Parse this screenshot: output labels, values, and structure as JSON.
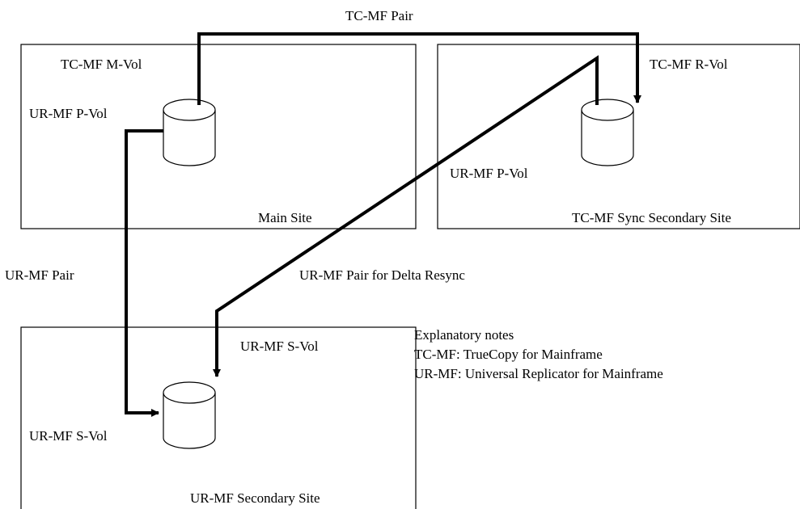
{
  "diagram": {
    "sites": {
      "main": "Main Site",
      "sync_secondary": "TC-MF Sync Secondary Site",
      "ur_secondary": "UR-MF Secondary Site"
    },
    "volumes": {
      "main_tc_mvol": "TC-MF M-Vol",
      "main_ur_pvol": "UR-MF P-Vol",
      "sync_tc_rvol": "TC-MF R-Vol",
      "sync_ur_pvol": "UR-MF P-Vol",
      "ur_svol_top": "UR-MF S-Vol",
      "ur_svol_left": "UR-MF S-Vol"
    },
    "pairs": {
      "tc_pair": "TC-MF Pair",
      "ur_pair": "UR-MF Pair",
      "ur_delta_pair": "UR-MF Pair for Delta Resync"
    },
    "notes": {
      "heading": "Explanatory notes",
      "tc": "TC-MF: TrueCopy for Mainframe",
      "ur": "UR-MF: Universal Replicator for Mainframe"
    },
    "colors": {
      "line": "#000000",
      "background": "#ffffff"
    }
  }
}
